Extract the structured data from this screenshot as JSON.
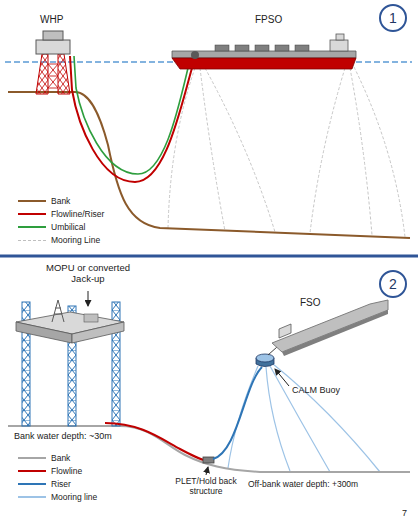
{
  "diagram": {
    "nodes": [
      {
        "text": [
          "1"
        ]
      },
      {
        "text": [
          "2"
        ]
      }
    ],
    "labels": [
      "WHP",
      "FPSO",
      "MOPU or converted Jack-up",
      "FSO",
      "Bank water depth: ~30m",
      "CALM Buoy",
      "PLET/Hold back structure",
      "Off-bank water depth: +300m",
      "7"
    ],
    "legend": [
      {
        "text": "Bank"
      },
      {
        "text": "Flowline/Riser"
      },
      {
        "text": "Umbilical"
      },
      {
        "text": "Mooring Line"
      },
      {
        "text": "Bank"
      },
      {
        "text": "Flowline"
      },
      {
        "text": "Riser"
      },
      {
        "text": "Mooring line"
      }
    ]
  }
}
